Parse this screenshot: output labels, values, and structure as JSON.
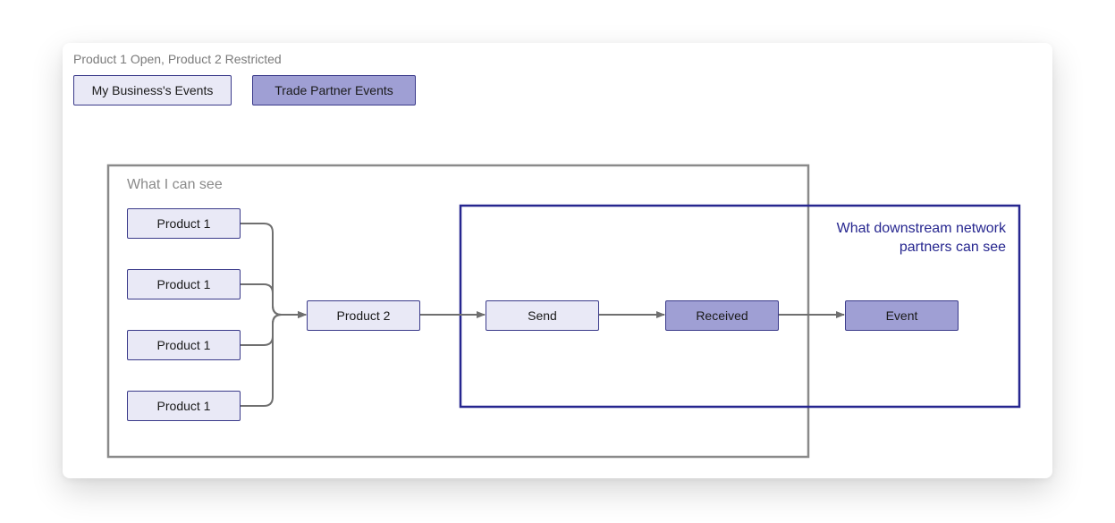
{
  "caption": "Product 1 Open, Product 2 Restricted",
  "legend": {
    "mine": "My Business's Events",
    "partner": "Trade Partner Events"
  },
  "regions": {
    "visible": "What I can see",
    "downstream": "What downstream network partners can see"
  },
  "nodes": {
    "p1a": "Product 1",
    "p1b": "Product 1",
    "p1c": "Product 1",
    "p1d": "Product 1",
    "p2": "Product 2",
    "send": "Send",
    "received": "Received",
    "event": "Event"
  },
  "colors": {
    "mine_fill": "#e9e9f6",
    "partner_fill": "#9f9fd4",
    "node_border": "#3a3a8a",
    "visible_region": "#8a8a8a",
    "downstream_region": "#26268f",
    "edge": "#6f6f6f"
  }
}
